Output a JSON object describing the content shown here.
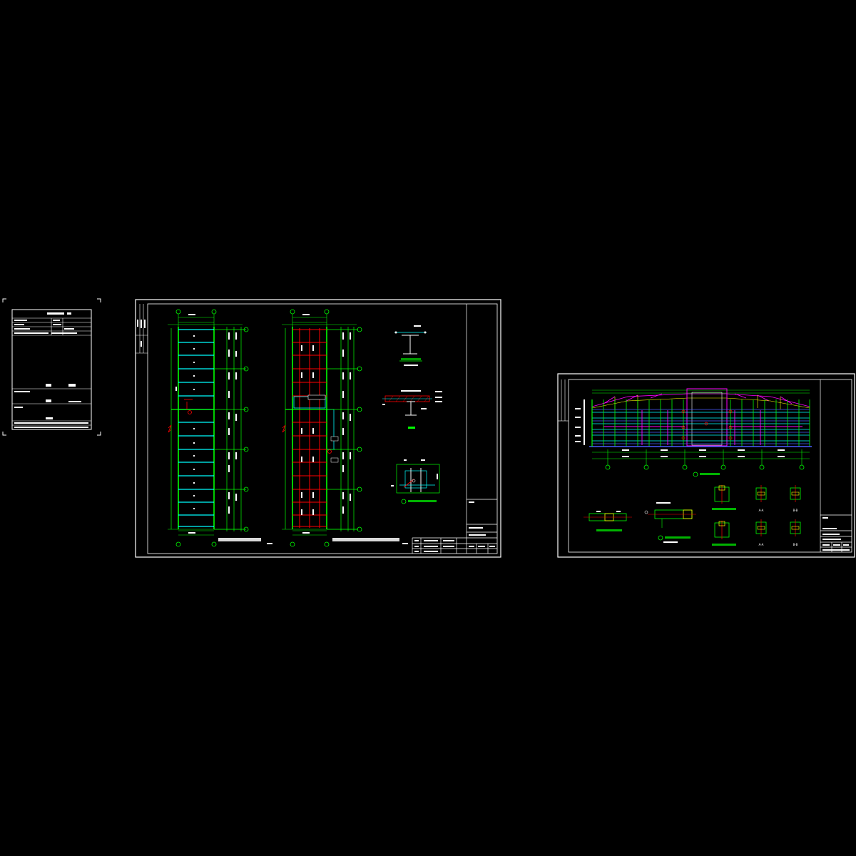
{
  "colors": {
    "background": "#000000",
    "frame": "#ffffff",
    "grid_green": "#00ff00",
    "beam_cyan": "#00ffff",
    "beam_red": "#ff0000",
    "yellow": "#ffff00",
    "magenta": "#ff00ff",
    "blue": "#4a5cff"
  },
  "sheet1": {
    "cells": [
      "",
      "",
      "",
      "",
      "",
      ""
    ]
  },
  "sheet2": {
    "plan_a_title": "",
    "plan_b_title": "",
    "scale_a": "",
    "scale_b": ""
  },
  "sheet3": {
    "elevation_title": "",
    "section_labels": [
      "A-A",
      "A-A",
      "B-B",
      "B-B"
    ]
  }
}
